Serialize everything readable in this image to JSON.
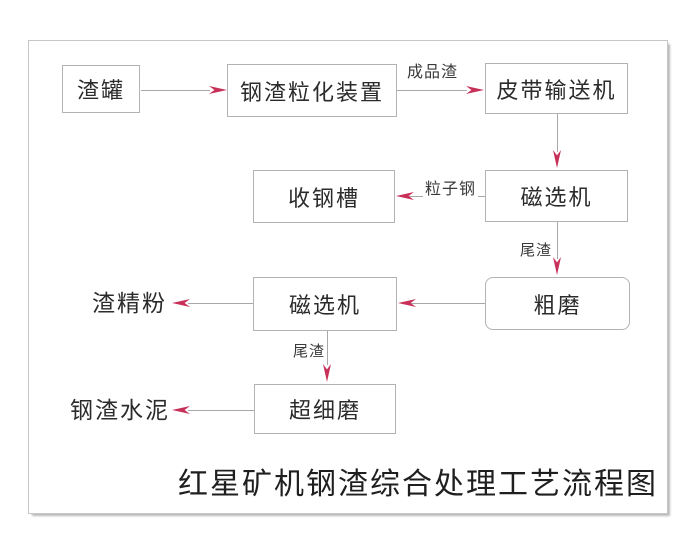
{
  "title": "红星矿机钢渣综合处理工艺流程图",
  "nodes": {
    "slag_tank": "渣罐",
    "granulator": "钢渣粒化装置",
    "belt_conveyor": "皮带输送机",
    "steel_collecting_trough": "收钢槽",
    "magnetic_separator_1": "磁选机",
    "magnetic_separator_2": "磁选机",
    "coarse_mill": "粗磨",
    "ultrafine_mill": "超细磨"
  },
  "flow_labels": {
    "finished_slag": "成品渣",
    "particle_steel": "粒子钢",
    "tailings_1": "尾渣",
    "tailings_2": "尾渣"
  },
  "outputs": {
    "slag_fine_powder": "渣精粉",
    "slag_cement": "钢渣水泥"
  },
  "colors": {
    "arrow_head": "#c73059",
    "line": "#a8a8a8",
    "box_border": "#b3b3b3",
    "text": "#2b2b2b"
  }
}
